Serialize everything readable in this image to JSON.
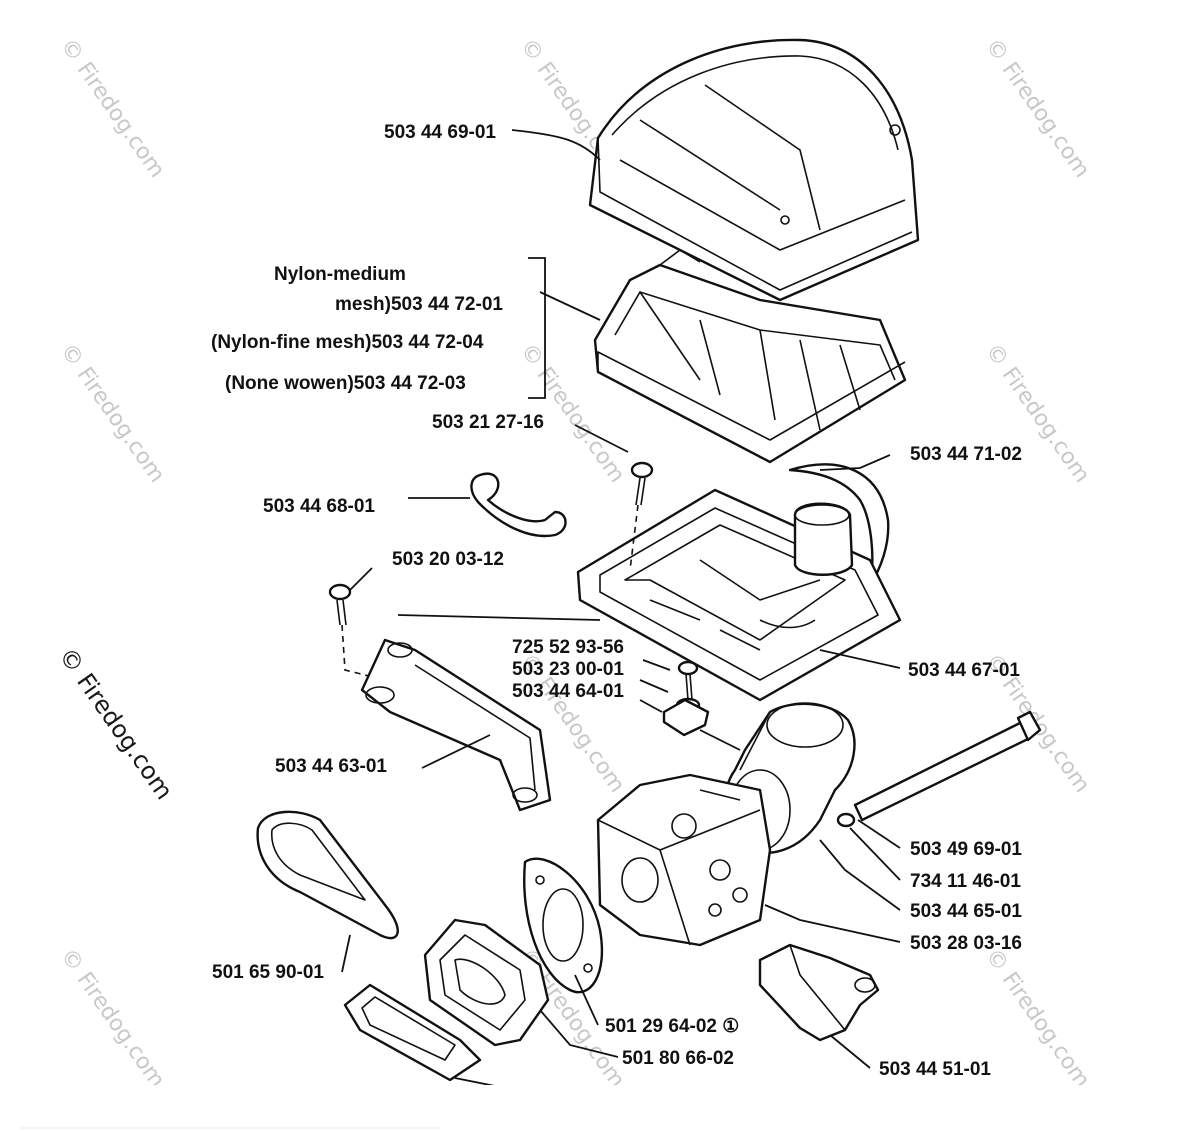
{
  "labels": {
    "air_filter_cover": "503 44 69-01",
    "filter_nylon_medium_line1": "Nylon-medium",
    "filter_nylon_medium_line2": "mesh)503 44 72-01",
    "filter_nylon_fine": "(Nylon-fine mesh)503 44 72-04",
    "filter_none_woven": "(None wowen)503 44 72-03",
    "screw_a": "503 21 27-16",
    "seal_strip": "503 44 71-02",
    "clamp": "503 44 68-01",
    "screw_b": "503 20 03-12",
    "screw_c": "725 52 93-56",
    "washer": "503 23 00-01",
    "nut": "503 44 64-01",
    "filter_base": "503 44 67-01",
    "bracket": "503 44 63-01",
    "long_bolt": "503 49 69-01",
    "small_washer": "734 11 46-01",
    "intake_elbow": "503 44 65-01",
    "carburetor": "503 28 03-16",
    "intake_boot": "501 65 90-01",
    "carb_gasket": "501 29 64-02 ①",
    "intake_adapter": "501 80 66-02",
    "choke_lever": "503 44 51-01"
  },
  "watermark": "© Firedog.com",
  "side_watermark": "© Firedog.com"
}
